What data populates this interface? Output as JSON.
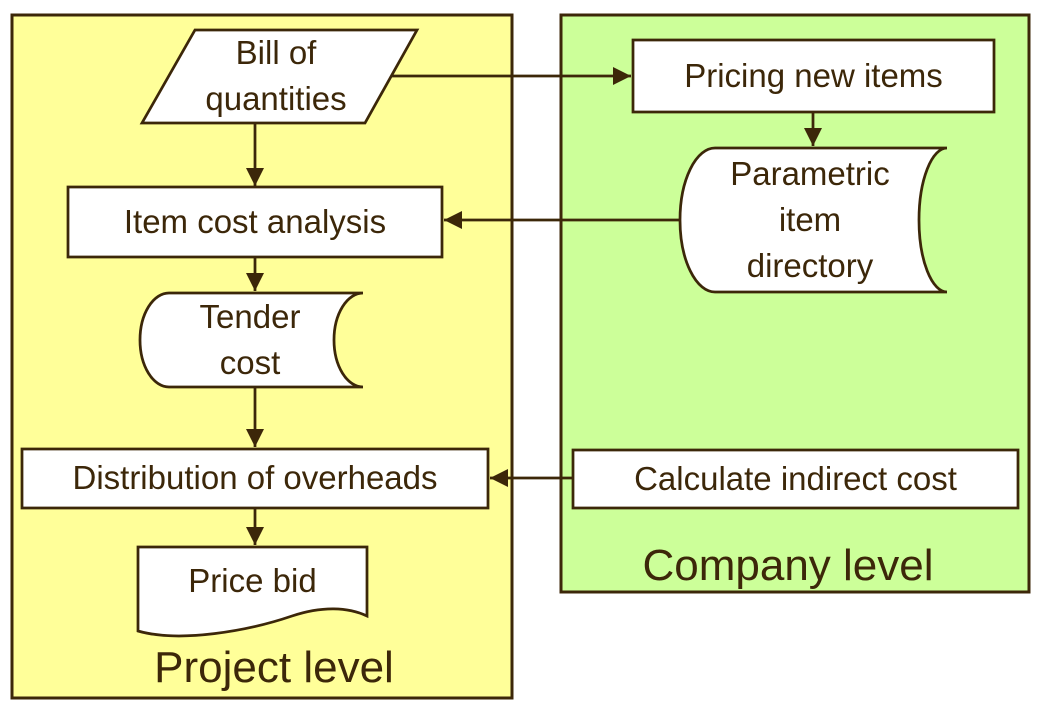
{
  "diagram": {
    "regions": {
      "project": {
        "label": "Project level",
        "fill": "#FFFF99"
      },
      "company": {
        "label": "Company level",
        "fill": "#CCFF99"
      }
    },
    "nodes": {
      "bill_of_quantities": {
        "label": "Bill of\nquantities",
        "shape": "parallelogram",
        "region": "project"
      },
      "item_cost_analysis": {
        "label": "Item cost analysis",
        "shape": "process",
        "region": "project"
      },
      "tender_cost": {
        "label": "Tender\ncost",
        "shape": "stored-data",
        "region": "project"
      },
      "distribution_of_overheads": {
        "label": "Distribution of overheads",
        "shape": "process",
        "region": "project"
      },
      "price_bid": {
        "label": "Price bid",
        "shape": "document",
        "region": "project"
      },
      "pricing_new_items": {
        "label": "Pricing new items",
        "shape": "process",
        "region": "company"
      },
      "parametric_item_directory": {
        "label": "Parametric\nitem\ndirectory",
        "shape": "stored-data",
        "region": "company"
      },
      "calculate_indirect_cost": {
        "label": "Calculate indirect cost",
        "shape": "process",
        "region": "company"
      }
    },
    "edges": [
      {
        "from": "bill_of_quantities",
        "to": "item_cost_analysis"
      },
      {
        "from": "bill_of_quantities",
        "to": "pricing_new_items"
      },
      {
        "from": "pricing_new_items",
        "to": "parametric_item_directory"
      },
      {
        "from": "parametric_item_directory",
        "to": "item_cost_analysis"
      },
      {
        "from": "item_cost_analysis",
        "to": "tender_cost"
      },
      {
        "from": "tender_cost",
        "to": "distribution_of_overheads"
      },
      {
        "from": "calculate_indirect_cost",
        "to": "distribution_of_overheads"
      },
      {
        "from": "distribution_of_overheads",
        "to": "price_bid"
      }
    ],
    "colors": {
      "stroke": "#3C2709",
      "text": "#3C2709",
      "node_fill": "#FFFFFF",
      "project_fill": "#FFFF99",
      "company_fill": "#CCFF99",
      "page_bg": "#FFFFFF"
    }
  }
}
